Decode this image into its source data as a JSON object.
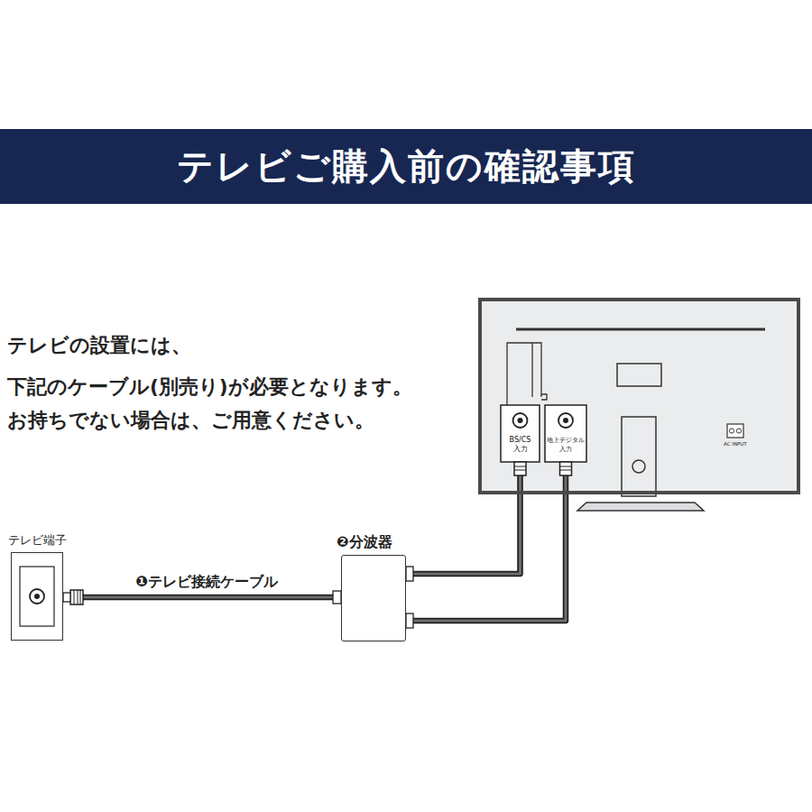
{
  "diagram": {
    "title": "テレビご購入前の確認事項",
    "nodes": [
      {
        "text": [
          "テレビ端子"
        ]
      },
      {
        "text": [
          "❷分波器"
        ]
      },
      {
        "text": [
          "AC INPUT"
        ]
      },
      {
        "text": [
          "BS/CS 入力"
        ],
        "in": 2
      },
      {
        "text": [
          "地上デジタル 入力"
        ],
        "in": 2
      }
    ],
    "edges": [
      {
        "from": 0,
        "to": 1,
        "arrow": "none",
        "label": "❶テレビ接続ケーブル"
      },
      {
        "from": 1,
        "to": 3,
        "arrow": "none"
      },
      {
        "from": 1,
        "to": 4,
        "arrow": "none"
      }
    ],
    "labels": [
      "テレビの設置には、",
      "下記のケーブル(別売り)が必要となります。",
      "お持ちでない場合は、ご用意ください。"
    ]
  }
}
